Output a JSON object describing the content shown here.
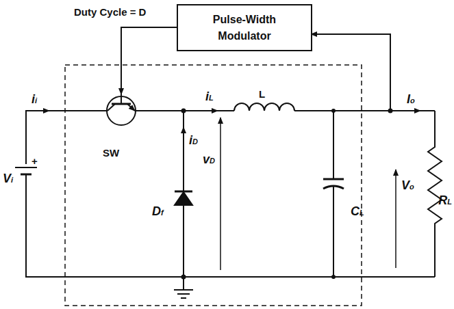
{
  "diagram": {
    "nodes": [
      {
        "text": [
          "Pulse-Width Modulator"
        ]
      }
    ],
    "labels": [
      "Duty Cycle = D",
      "ii",
      "SW",
      "iL",
      "L",
      "iD",
      "vD",
      "Df",
      "CL",
      "Vo",
      "Io",
      "RL",
      "Vi",
      "+"
    ]
  }
}
